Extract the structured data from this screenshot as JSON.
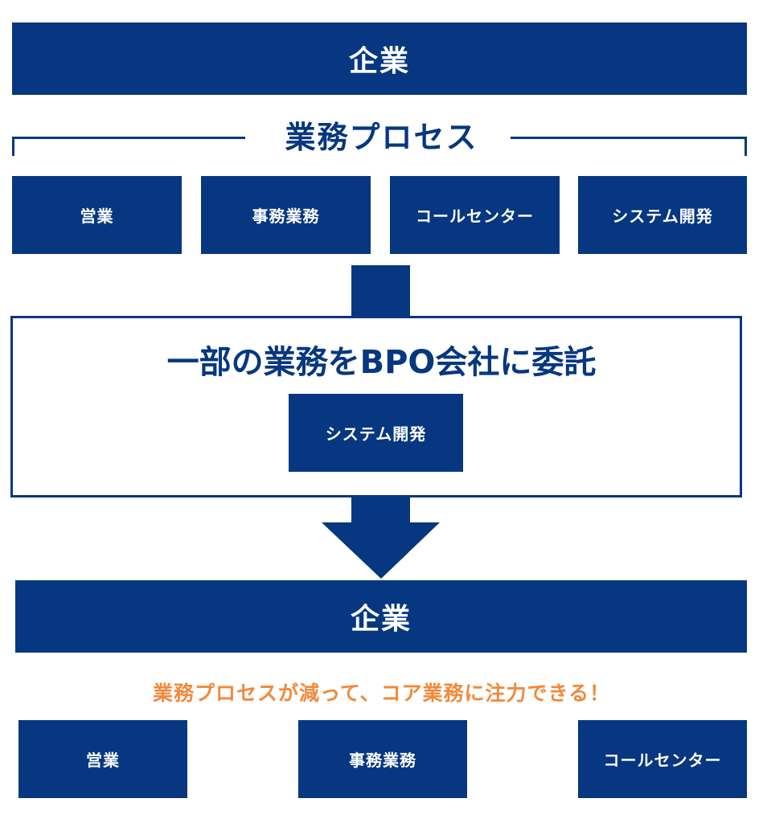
{
  "top_company": {
    "label": "企業"
  },
  "business_process": {
    "title": "業務プロセス",
    "items": [
      "営業",
      "事務業務",
      "コールセンター",
      "システム開発"
    ]
  },
  "outsource": {
    "title": "一部の業務をBPO会社に委託",
    "item": "システム開発"
  },
  "bottom_company": {
    "label": "企業"
  },
  "result": {
    "caption": "業務プロセスが減って、コア業務に注力できる！",
    "items": [
      "営業",
      "事務業務",
      "コールセンター"
    ]
  },
  "colors": {
    "navy": "#063780",
    "orange": "#f08a3c",
    "background": "#ffffff"
  }
}
